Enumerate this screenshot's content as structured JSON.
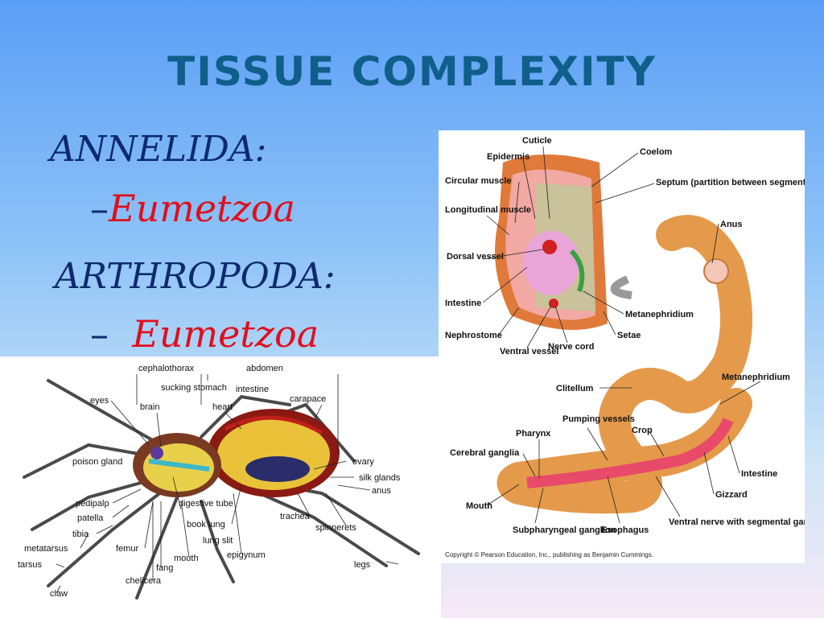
{
  "slide": {
    "title": "TISSUE COMPLEXITY",
    "annelida_label": "ANNELIDA:",
    "annelida_clade": "Eumetzoa",
    "arthropoda_label": "ARTHROPODA:",
    "arthropoda_clade": "Eumetzoa",
    "dash": "–"
  },
  "spider": {
    "labels": {
      "cephalothorax": "cephalothorax",
      "abdomen": "abdomen",
      "sucking_stomach": "sucking stomach",
      "intestine": "intestine",
      "eyes": "eyes",
      "brain": "brain",
      "heart": "heart",
      "carapace": "carapace",
      "poison_gland": "poison gland",
      "ovary": "ovary",
      "silk_glands": "silk glands",
      "anus": "anus",
      "pedipalp": "pedipalp",
      "patella": "patella",
      "digestive_tube": "digestive tube",
      "book_lung": "book lung",
      "trachea": "trachea",
      "spinnerets": "spinnerets",
      "tibia": "tibia",
      "lung_slit": "lung slit",
      "metatarsus": "metatarsus",
      "femur": "femur",
      "mouth": "mouth",
      "epigynum": "epigynum",
      "legs": "legs",
      "tarsus": "tarsus",
      "fang": "fang",
      "chelicera": "chelicera",
      "claw": "claw"
    }
  },
  "earthworm": {
    "labels": {
      "cuticle": "Cuticle",
      "epidermis": "Epidermis",
      "coelom": "Coelom",
      "circular_muscle": "Circular muscle",
      "septum": "Septum (partition between segments)",
      "longitudinal_muscle": "Longitudinal muscle",
      "anus": "Anus",
      "dorsal_vessel": "Dorsal vessel",
      "intestine_cross": "Intestine",
      "metanephridium_cross": "Metanephridium",
      "nephrostome": "Nephrostome",
      "nerve_cord": "Nerve cord",
      "setae": "Setae",
      "ventral_vessel": "Ventral vessel",
      "clitellum": "Clitellum",
      "metanephridium_body": "Metanephridium",
      "pumping_vessels": "Pumping vessels",
      "pharynx": "Pharynx",
      "crop": "Crop",
      "cerebral_ganglia": "Cerebral ganglia",
      "intestine_body": "Intestine",
      "gizzard": "Gizzard",
      "mouth": "Mouth",
      "ventral_nerve": "Ventral nerve with segmental ganglia",
      "subpharyngeal": "Subpharyngeal ganglion",
      "esophagus": "Esophagus",
      "copyright": "Copyright © Pearson Education, Inc., publishing as Benjamin Cummings."
    }
  }
}
